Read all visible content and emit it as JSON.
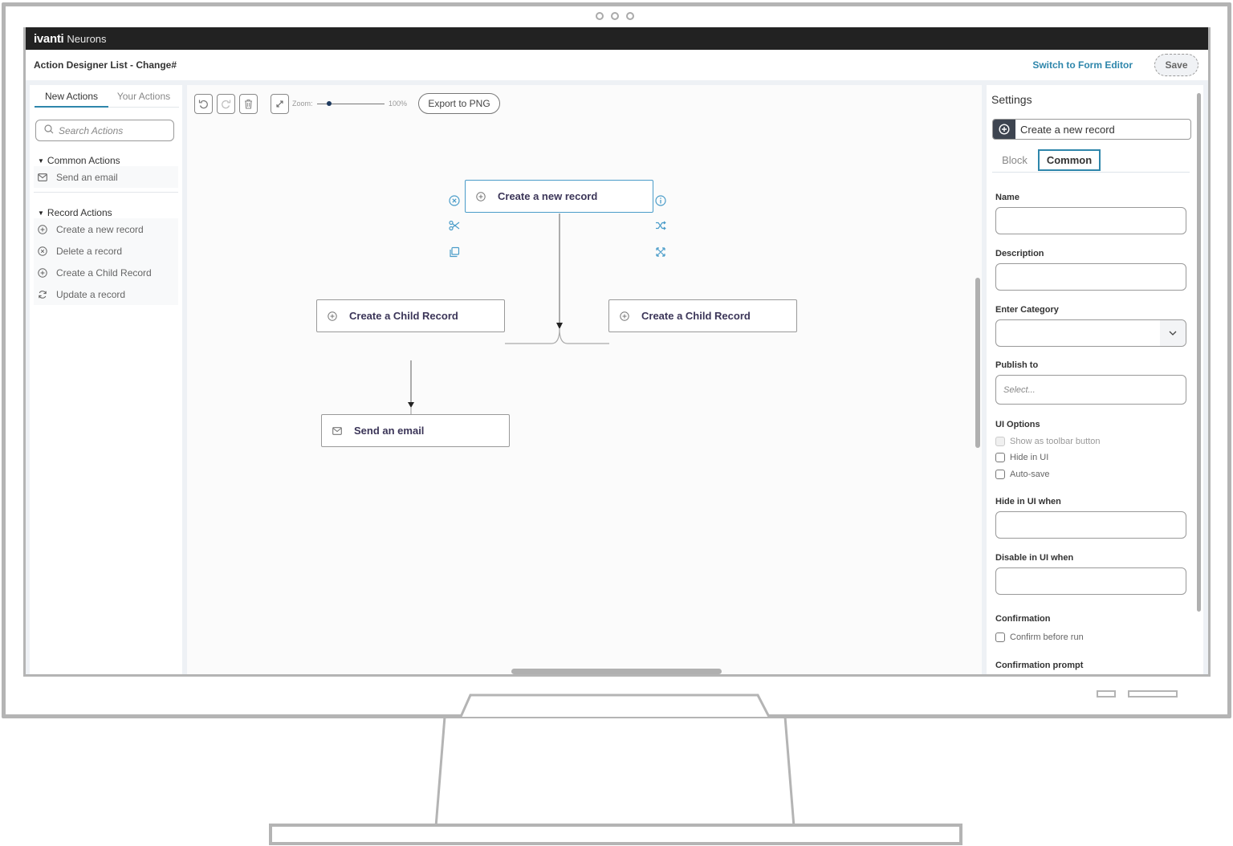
{
  "app": {
    "brand": "ivanti",
    "brand_product": "Neurons",
    "page_title": "Action Designer List - Change#",
    "switch_link": "Switch to Form Editor",
    "save_label": "Save"
  },
  "left_panel": {
    "tabs": [
      {
        "label": "New Actions",
        "active": true
      },
      {
        "label": "Your Actions",
        "active": false
      }
    ],
    "search_placeholder": "Search Actions",
    "groups": [
      {
        "title": "Common Actions",
        "items": [
          {
            "label": "Send an email",
            "icon": "mail-icon"
          }
        ]
      },
      {
        "title": "Record Actions",
        "items": [
          {
            "label": "Create a new record",
            "icon": "plus-circle-icon"
          },
          {
            "label": "Delete a record",
            "icon": "x-circle-icon"
          },
          {
            "label": "Create a Child Record",
            "icon": "plus-circle-icon"
          },
          {
            "label": "Update a record",
            "icon": "refresh-icon"
          }
        ]
      }
    ]
  },
  "toolbar": {
    "undo": "undo-icon",
    "redo": "redo-icon",
    "delete": "trash-icon",
    "fit": "expand-icon",
    "zoom_label": "Zoom:",
    "zoom_value": "100%",
    "export_label": "Export to PNG"
  },
  "canvas": {
    "nodes": [
      {
        "id": "n1",
        "label": "Create a new record",
        "icon": "plus-circle-icon",
        "selected": true
      },
      {
        "id": "n2",
        "label": "Create a Child Record",
        "icon": "plus-circle-icon",
        "selected": false
      },
      {
        "id": "n3",
        "label": "Create a Child Record",
        "icon": "plus-circle-icon",
        "selected": false
      },
      {
        "id": "n4",
        "label": "Send an email",
        "icon": "mail-icon",
        "selected": false
      }
    ],
    "node_tools": [
      "close-circle-icon",
      "scissors-icon",
      "copy-icon",
      "info-icon",
      "shuffle-icon",
      "fullscreen-icon"
    ]
  },
  "settings": {
    "title": "Settings",
    "action_name": "Create a new record",
    "tabs": [
      {
        "label": "Block",
        "active": false
      },
      {
        "label": "Common",
        "active": true
      }
    ],
    "fields": {
      "name_label": "Name",
      "name_value": "",
      "description_label": "Description",
      "description_value": "",
      "category_label": "Enter Category",
      "category_value": "",
      "publish_label": "Publish to",
      "publish_placeholder": "Select...",
      "ui_options_label": "UI Options",
      "ui_options": [
        {
          "label": "Show as toolbar button",
          "checked": false,
          "disabled": true
        },
        {
          "label": "Hide in UI",
          "checked": false,
          "disabled": false
        },
        {
          "label": "Auto-save",
          "checked": false,
          "disabled": false
        }
      ],
      "hide_when_label": "Hide in UI when",
      "hide_when_value": "",
      "disable_when_label": "Disable in UI when",
      "disable_when_value": "",
      "confirmation_label": "Confirmation",
      "confirm_option": {
        "label": "Confirm before run",
        "checked": false
      },
      "confirmation_prompt_label": "Confirmation prompt"
    }
  }
}
